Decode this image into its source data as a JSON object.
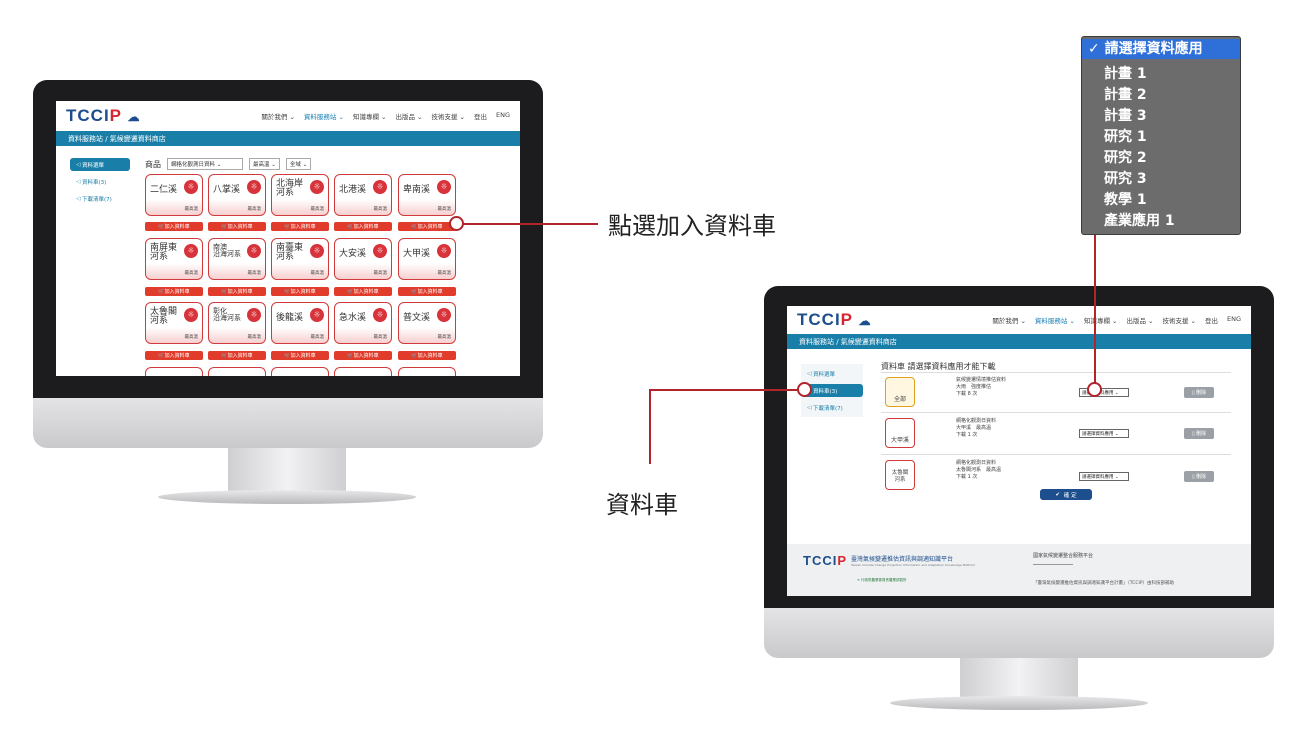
{
  "callouts": {
    "add_to_cart": "點選加入資料車",
    "cart": "資料車"
  },
  "dropdown": {
    "options": [
      "請選擇資料應用",
      "計畫 1",
      "計畫 2",
      "計畫 3",
      "研究 1",
      "研究 2",
      "研究 3",
      "教學 1",
      "產業應用 1"
    ],
    "selected_mark": "✓"
  },
  "site": {
    "logo_main": "TCCI",
    "logo_p": "P",
    "nav": [
      "關於我們 ⌄",
      "資料服務站 ⌄",
      "知識專欄 ⌄",
      "出版品 ⌄",
      "技術支援 ⌄",
      "登出",
      "ENG"
    ],
    "breadcrumb": "資料服務站 / 氣候變遷資料商店",
    "side": [
      "資料選單",
      "資料車(3)",
      "下載清單(7)"
    ]
  },
  "left_screen": {
    "filter_label": "商品",
    "filters": [
      "網格化觀測日資料 ⌄",
      "最高溫 ⌄",
      "全域 ⌄"
    ],
    "tiles": [
      {
        "name": "二仁溪",
        "level": "最高溫"
      },
      {
        "name": "八掌溪",
        "level": "最高溫"
      },
      {
        "name": "北海岸\n河系",
        "level": "最高溫"
      },
      {
        "name": "北港溪",
        "level": "最高溫"
      },
      {
        "name": "卑南溪",
        "level": "最高溫"
      },
      {
        "name": "南屏東\n河系",
        "level": "最高溫"
      },
      {
        "name": "南澳\n沿海河系",
        "level": "最高溫"
      },
      {
        "name": "南臺東\n河系",
        "level": "最高溫"
      },
      {
        "name": "大安溪",
        "level": "最高溫"
      },
      {
        "name": "大甲溪",
        "level": "最高溫"
      },
      {
        "name": "太魯閣\n河系",
        "level": "最高溫"
      },
      {
        "name": "彰化\n沿海河系",
        "level": "最高溫"
      },
      {
        "name": "後龍溪",
        "level": "最高溫"
      },
      {
        "name": "急水溪",
        "level": "最高溫"
      },
      {
        "name": "普文溪",
        "level": "最高溫"
      }
    ],
    "add_label": "加入資料車"
  },
  "right_screen": {
    "heading": "資料車 請選擇資料應用才能下載",
    "rows": [
      {
        "thumb": "全部",
        "line1": "氣候變遷情境推估資料",
        "line2": "大雨　強度推估",
        "line3": "下載 8 次",
        "select": "請選擇資料應用 ⌄",
        "del": "刪除"
      },
      {
        "thumb": "大甲溪",
        "line1": "網格化觀測日資料",
        "line2": "大甲溪　最高溫",
        "line3": "下載 1 次",
        "select": "請選擇資料應用 ⌄",
        "del": "刪除"
      },
      {
        "thumb": "太魯閣\n河系",
        "line1": "網格化觀測日資料",
        "line2": "太魯閣河系　最高溫",
        "line3": "下載 1 次",
        "select": "請選擇資料應用 ⌄",
        "del": "刪除"
      }
    ],
    "confirm": "確 定",
    "footer_title": "臺灣氣候變遷推估資訊與調適知識平台",
    "footer_sub": "Taiwan Climate Change Projection Information and Adaptation Knowledge Platform",
    "footer_link": "國家氣候變遷整合服務平台",
    "footer_note": "「臺灣氣候變遷推估資訊與調適知識平台計畫」（TCCIP）由科技部補助",
    "footer_org": "行政院農業委員會農業試驗所"
  },
  "colors": {
    "brand_blue": "#1a7fa8",
    "accent_red": "#e13b2b",
    "callout_red": "#b1242a"
  }
}
